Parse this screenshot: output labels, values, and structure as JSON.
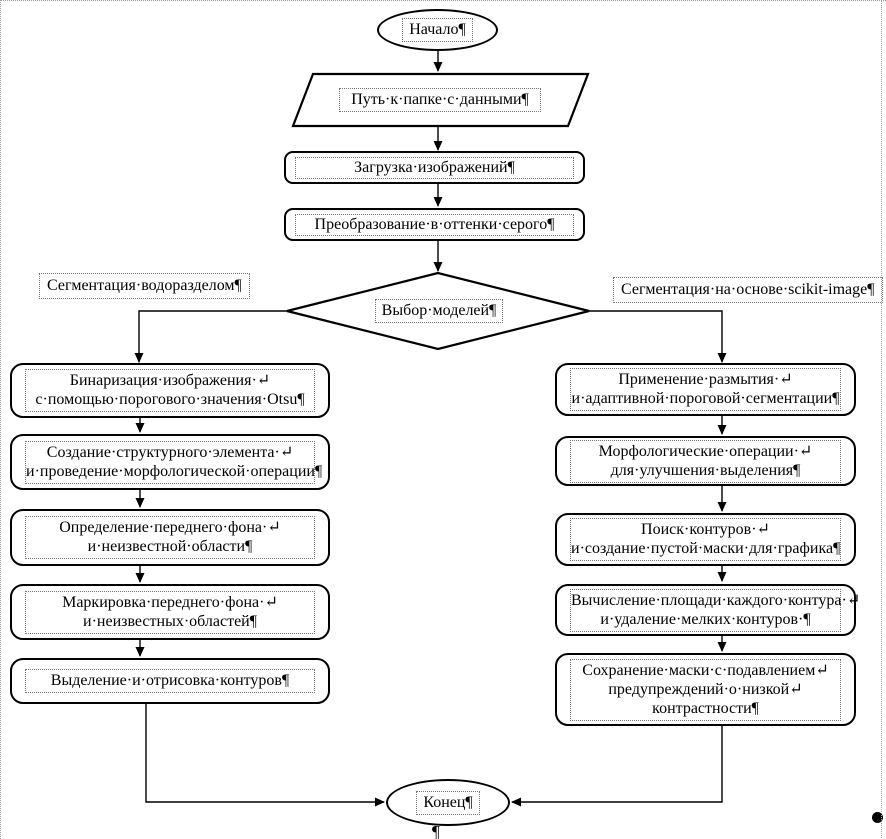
{
  "colors": {
    "shape_stroke": "#000000",
    "text": "#000000",
    "text_frame_dots": "#767676",
    "page_boundary_dots": "#9c9c9c"
  },
  "marks": {
    "space_dot": "·",
    "line_break": "↵",
    "paragraph": "¶",
    "trailing_paragraph": "¶"
  },
  "flowchart": {
    "start": {
      "text": "Начало¶"
    },
    "input_path": {
      "text": "Путь·к·папке·с·данными¶"
    },
    "load_images": {
      "text": "Загрузка·изображений¶"
    },
    "grayscale": {
      "text": "Преобразование·в·оттенки·серого¶"
    },
    "decision": {
      "text": "Выбор·моделей¶"
    },
    "branch_left": {
      "text": "Сегментация·водоразделом¶"
    },
    "branch_right": {
      "text": "Сегментация·на·основе·scikit-image¶"
    },
    "left_steps": [
      {
        "lines": [
          "Бинаризация·изображения·↵",
          "с·помощью·порогового·значения·Otsu¶"
        ]
      },
      {
        "lines": [
          "Создание·структурного·элемента·↵",
          "и·проведение·морфологической·операции¶"
        ]
      },
      {
        "lines": [
          "Определение·переднего·фона·↵",
          "и·неизвестной·области¶"
        ]
      },
      {
        "lines": [
          "Маркировка·переднего·фона·↵",
          "и·неизвестных·областей¶"
        ]
      },
      {
        "lines": [
          "Выделение·и·отрисовка·контуров¶"
        ]
      }
    ],
    "right_steps": [
      {
        "lines": [
          "Применение·размытия·↵",
          "и·адаптивной·пороговой·сегментации¶"
        ]
      },
      {
        "lines": [
          "Морфологические·операции·↵",
          "для·улучшения·выделения¶"
        ]
      },
      {
        "lines": [
          "Поиск·контуров·↵",
          "и·создание·пустой·маски·для·графика¶"
        ]
      },
      {
        "lines": [
          "Вычисление·площади·каждого·контура·↵",
          "и·удаление·мелких·контуров·¶"
        ]
      },
      {
        "lines": [
          "Сохранение·маски·с·подавлением↵",
          "предупреждений·о·низкой↵",
          "контрастности¶"
        ]
      }
    ],
    "end": {
      "text": "Конец¶"
    }
  }
}
